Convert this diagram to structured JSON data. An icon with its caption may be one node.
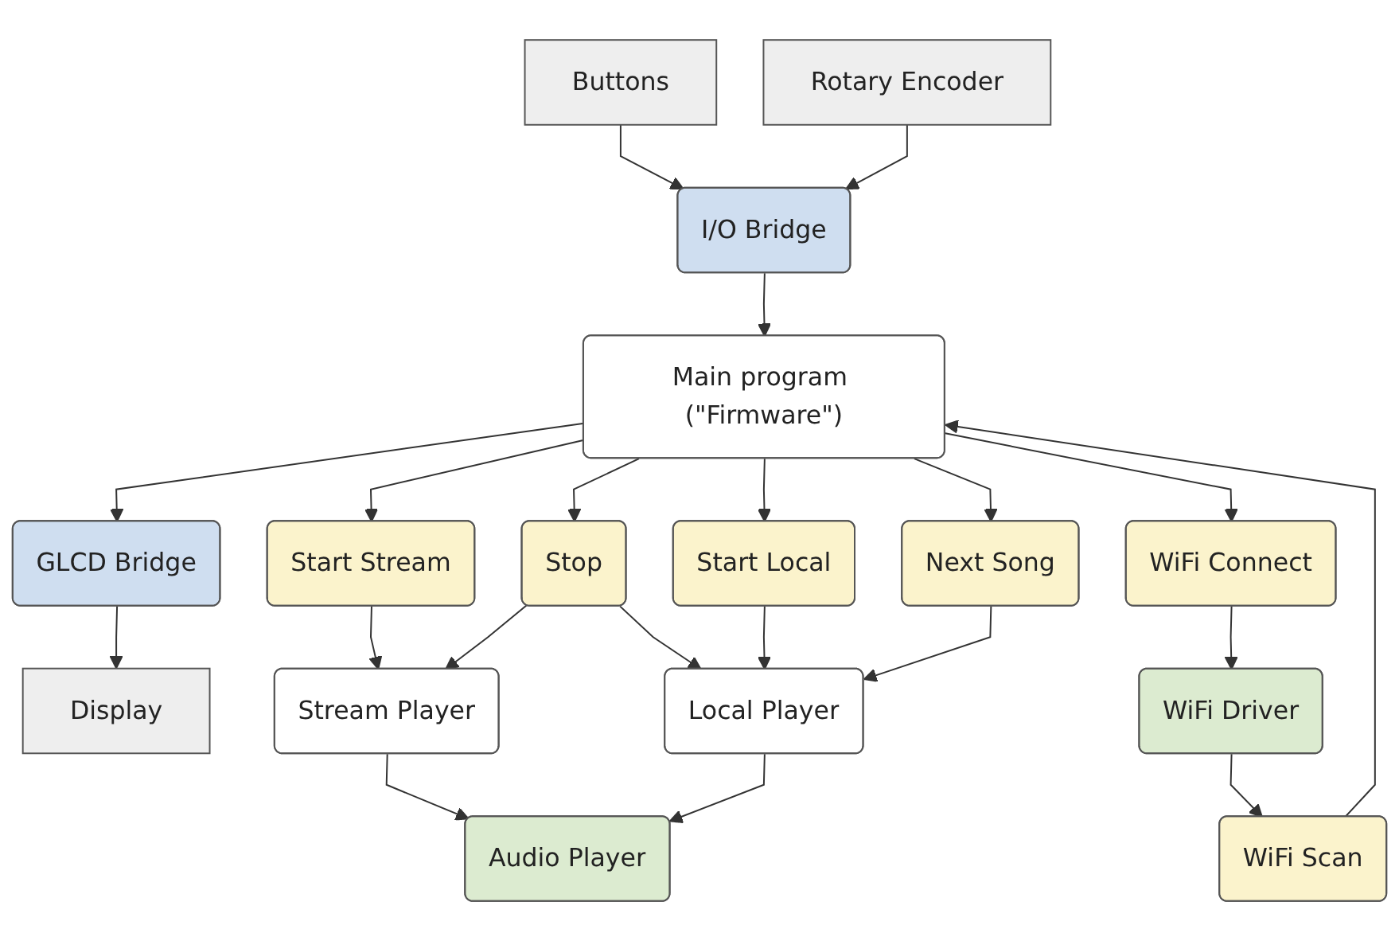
{
  "diagram": {
    "nodes": [
      {
        "text": [
          "Display"
        ]
      },
      {
        "text": [
          "Buttons"
        ]
      },
      {
        "text": [
          "Rotary Encoder"
        ]
      },
      {
        "text": [
          "GLCD Bridge"
        ]
      },
      {
        "text": [
          "I/O Bridge"
        ]
      },
      {
        "text": [
          "Main program (\"Firmware\")"
        ]
      },
      {
        "text": [
          "Start Stream"
        ]
      },
      {
        "text": [
          "Stop"
        ]
      },
      {
        "text": [
          "Start Local"
        ]
      },
      {
        "text": [
          "Next Song"
        ]
      },
      {
        "text": [
          "Stream Player"
        ]
      },
      {
        "text": [
          "Local Player"
        ]
      },
      {
        "text": [
          "Audio Player"
        ]
      },
      {
        "text": [
          "WiFi Scan"
        ]
      },
      {
        "text": [
          "WiFi Connect"
        ]
      },
      {
        "text": [
          "WiFi Driver"
        ]
      }
    ],
    "edges": [
      {
        "from": 3,
        "to": 0,
        "arrow": "to"
      },
      {
        "from": 1,
        "to": 4,
        "arrow": "to"
      },
      {
        "from": 2,
        "to": 4,
        "arrow": "to"
      },
      {
        "from": 4,
        "to": 5,
        "arrow": "to"
      },
      {
        "from": 5,
        "to": 3,
        "arrow": "to"
      },
      {
        "from": 5,
        "to": 6,
        "arrow": "to"
      },
      {
        "from": 5,
        "to": 7,
        "arrow": "to"
      },
      {
        "from": 5,
        "to": 8,
        "arrow": "to"
      },
      {
        "from": 5,
        "to": 9,
        "arrow": "to"
      },
      {
        "from": 6,
        "to": 10,
        "arrow": "to"
      },
      {
        "from": 7,
        "to": 10,
        "arrow": "to"
      },
      {
        "from": 7,
        "to": 11,
        "arrow": "to"
      },
      {
        "from": 8,
        "to": 11,
        "arrow": "to"
      },
      {
        "from": 9,
        "to": 11,
        "arrow": "to"
      },
      {
        "from": 10,
        "to": 12,
        "arrow": "to"
      },
      {
        "from": 11,
        "to": 12,
        "arrow": "to"
      },
      {
        "from": 13,
        "to": 5,
        "arrow": "to"
      },
      {
        "from": 5,
        "to": 14,
        "arrow": "to"
      },
      {
        "from": 14,
        "to": 15,
        "arrow": "to"
      },
      {
        "from": 15,
        "to": 13,
        "arrow": "to"
      }
    ]
  }
}
